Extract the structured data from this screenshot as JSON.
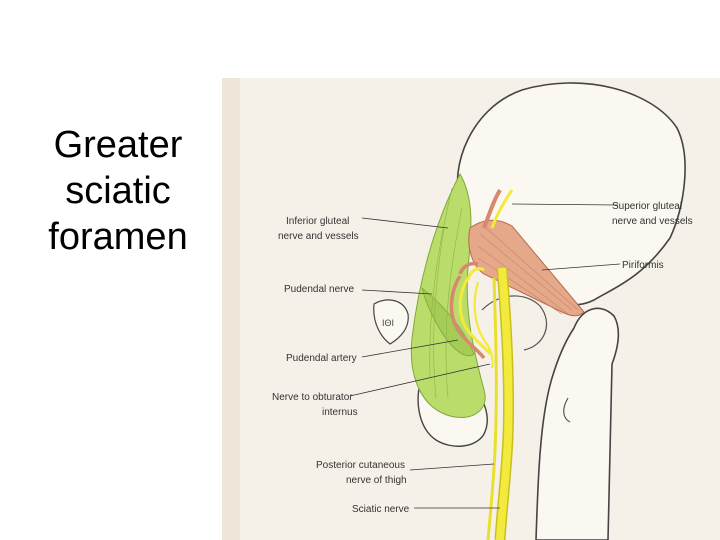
{
  "slide": {
    "title_lines": [
      "Greater",
      "sciatic",
      "foramen"
    ]
  },
  "figure": {
    "labels": {
      "inferior_gluteal": [
        "Inferior gluteal",
        "nerve and vessels"
      ],
      "pudendal_nerve": "Pudendal nerve",
      "pudendal_artery": "Pudendal artery",
      "nerve_obturator": [
        "Nerve to obturator",
        "internus"
      ],
      "posterior_cutaneous": [
        "Posterior cutaneous",
        "nerve of thigh"
      ],
      "sciatic_nerve": "Sciatic nerve",
      "superior_gluteal": [
        "Superior gluteal",
        "nerve and vessels"
      ],
      "piriformis": "Piriformis"
    },
    "colors": {
      "paper": "#f6f1e8",
      "ligament_green": "#b9dc6a",
      "piriformis_muscle": "#e5a98a",
      "nerve_yellow": "#f2ea3c",
      "vessel_red": "#d8886d",
      "bone_outline": "#444444"
    }
  }
}
